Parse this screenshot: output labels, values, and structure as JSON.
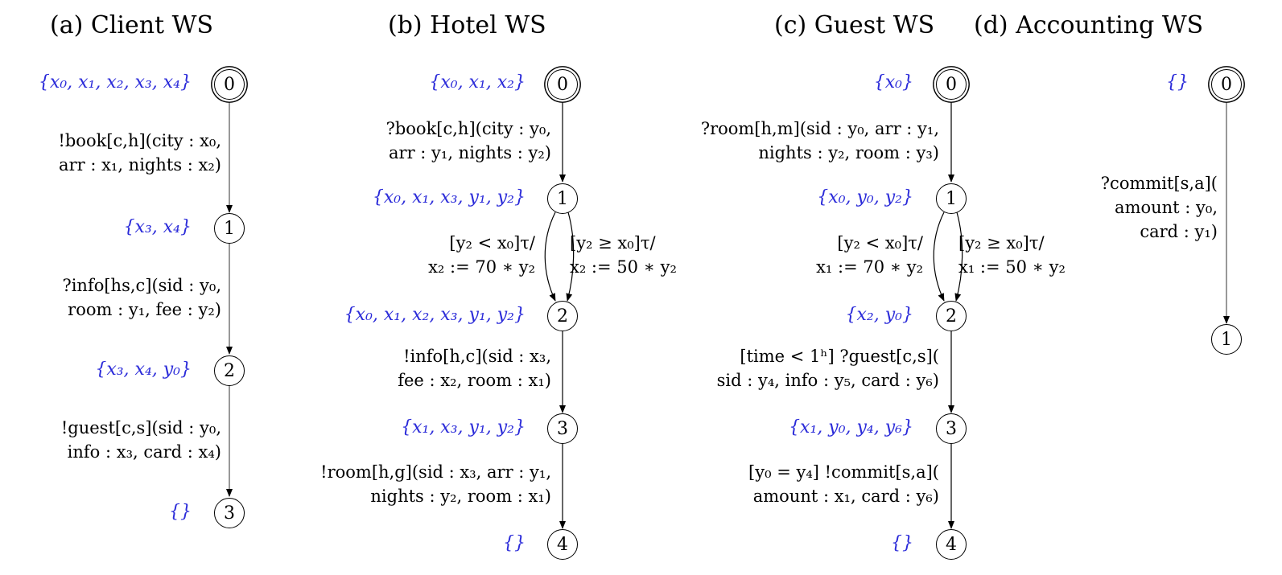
{
  "panels": {
    "client": {
      "title": "(a) Client WS",
      "states": [
        "0",
        "1",
        "2",
        "3"
      ],
      "vars": [
        "{x₀, x₁, x₂, x₃, x₄}",
        "{x₃, x₄}",
        "{x₃, x₄, y₀}",
        "{}"
      ],
      "transitions": [
        [
          "!book[c,h](city : x₀,",
          "arr : x₁, nights : x₂)"
        ],
        [
          "?info[hs,c](sid : y₀,",
          "room : y₁, fee : y₂)"
        ],
        [
          "!guest[c,s](sid : y₀,",
          "info : x₃, card : x₄)"
        ]
      ]
    },
    "hotel": {
      "title": "(b) Hotel WS",
      "states": [
        "0",
        "1",
        "2",
        "3",
        "4"
      ],
      "vars": [
        "{x₀, x₁, x₂}",
        "{x₀, x₁, x₃, y₁, y₂}",
        "{x₀, x₁, x₂, x₃, y₁, y₂}",
        "{x₁, x₃, y₁, y₂}",
        "{}"
      ],
      "transitions": [
        [
          "?book[c,h](city : y₀,",
          "arr : y₁, nights : y₂)"
        ],
        [
          "[y₂ < x₀]τ/",
          "x₂ := 70 ∗ y₂"
        ],
        [
          "[y₂ ≥ x₀]τ/",
          "x₂ := 50 ∗ y₂"
        ],
        [
          "!info[h,c](sid : x₃,",
          "fee : x₂, room : x₁)"
        ],
        [
          "!room[h,g](sid : x₃, arr : y₁,",
          "nights : y₂, room : x₁)"
        ]
      ]
    },
    "guest": {
      "title": "(c) Guest WS",
      "states": [
        "0",
        "1",
        "2",
        "3",
        "4"
      ],
      "vars": [
        "{x₀}",
        "{x₀, y₀, y₂}",
        "{x₂, y₀}",
        "{x₁, y₀, y₄, y₆}",
        "{}"
      ],
      "transitions": [
        [
          "?room[h,m](sid : y₀, arr : y₁,",
          "nights : y₂, room : y₃)"
        ],
        [
          "[y₂ < x₀]τ/",
          "x₁ := 70 ∗ y₂"
        ],
        [
          "[y₂ ≥ x₀]τ/",
          "x₁ := 50 ∗ y₂"
        ],
        [
          "[time < 1ʰ] ?guest[c,s](",
          "sid : y₄, info : y₅, card : y₆)"
        ],
        [
          "[y₀ = y₄] !commit[s,a](",
          "amount : x₁, card : y₆)"
        ]
      ]
    },
    "accounting": {
      "title": "(d) Accounting WS",
      "states": [
        "0",
        "1"
      ],
      "vars": [
        "{}"
      ],
      "transitions": [
        [
          "?commit[s,a](",
          "amount : y₀,",
          "card : y₁)"
        ]
      ]
    }
  }
}
